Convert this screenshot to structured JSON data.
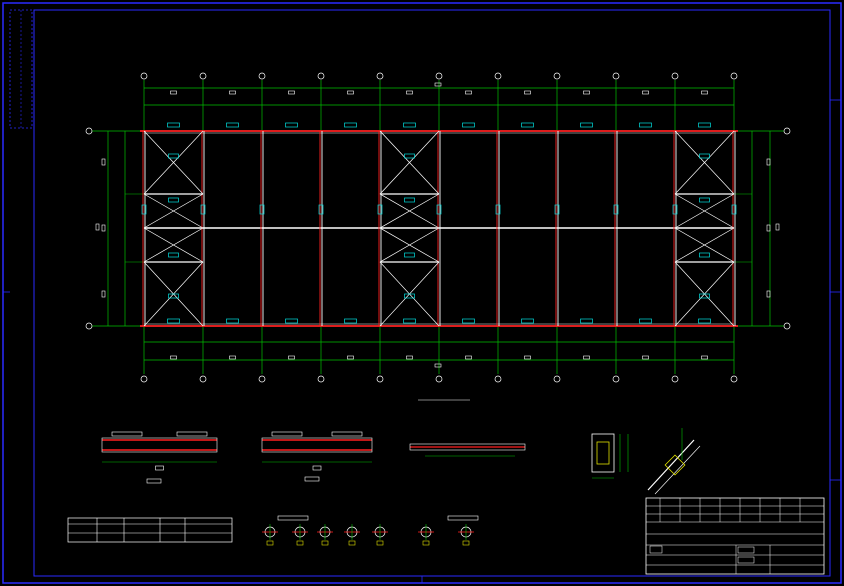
{
  "drawing": {
    "main_plan": {
      "title": "",
      "columns": 11,
      "bays": 10,
      "braced_bays": [
        0,
        4,
        9
      ]
    },
    "table": {
      "title": "",
      "headers": [
        "",
        "",
        "",
        ""
      ],
      "rows": [
        [
          "",
          "",
          "",
          ""
        ],
        [
          "",
          "",
          "",
          ""
        ]
      ]
    },
    "title_block": {
      "project": "",
      "drawing_name": "",
      "sheet": ""
    },
    "detail_label": "",
    "colors": {
      "background": "#000000",
      "frame": "#2a2aff",
      "grid_lines": "#00c000",
      "members": "#ffffff",
      "columns_red": "#ff2020",
      "labels_cyan": "#00e0e0",
      "dims_yellow": "#e0e000",
      "axis_circles": "#ffffff"
    }
  }
}
